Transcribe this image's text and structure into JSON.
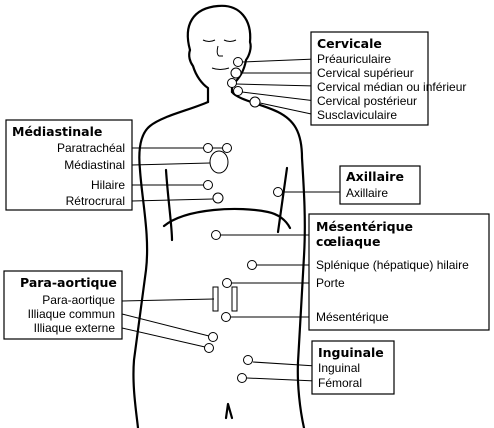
{
  "groups": {
    "cervicale": {
      "title": "Cervicale",
      "items": [
        "Préauriculaire",
        "Cervical supérieur",
        "Cervical médian ou inférieur",
        "Cervical postérieur",
        "Susclaviculaire"
      ]
    },
    "mediastinale": {
      "title": "Médiastinale",
      "items": [
        "Paratrachéal",
        "Médiastinal",
        "Hilaire",
        "Rétrocrural"
      ]
    },
    "axillaire": {
      "title": "Axillaire",
      "items": [
        "Axillaire"
      ]
    },
    "mesenterique": {
      "title_line1": "Mésentérique",
      "title_line2": "cœliaque",
      "items": [
        "Splénique (hépatique) hilaire",
        "Porte",
        "Mésentérique"
      ]
    },
    "para_aortique": {
      "title": "Para-aortique",
      "items": [
        "Para-aortique",
        "Illiaque commun",
        "Illiaque externe"
      ]
    },
    "inguinale": {
      "title": "Inguinale",
      "items": [
        "Inguinal",
        "Fémoral"
      ]
    }
  }
}
